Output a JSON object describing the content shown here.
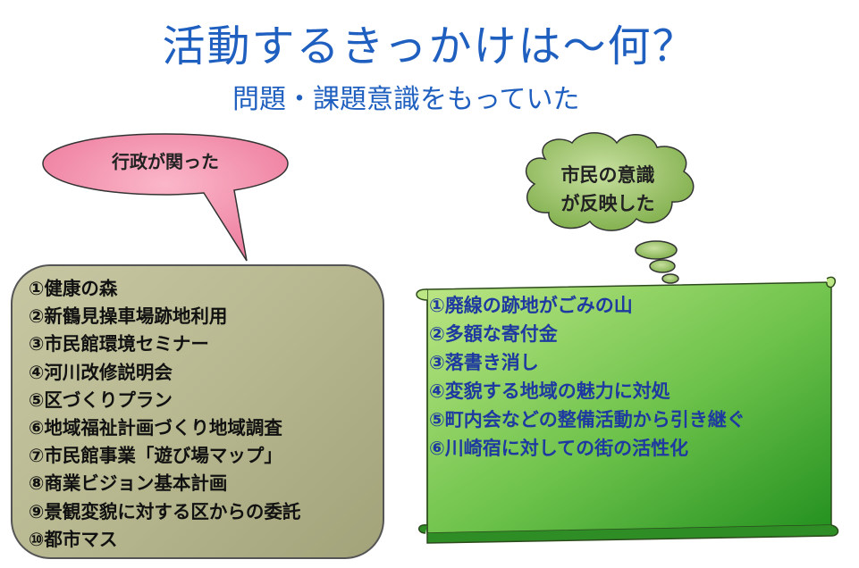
{
  "title": "活動するきっかけは～何？",
  "subtitle": "問題・課題意識をもっていた",
  "speech_bubble": {
    "text": "行政が関った"
  },
  "thought_cloud": {
    "line1": "市民の意識",
    "line2": "が反映した"
  },
  "left_list": {
    "items": [
      "①健康の森",
      "②新鶴見操車場跡地利用",
      "③市民館環境セミナー",
      "④河川改修説明会",
      "⑤区づくりプラン",
      "⑥地域福祉計画づくり地域調査",
      "⑦市民館事業「遊び場マップ」",
      "⑧商業ビジョン基本計画",
      "⑨景観変貌に対する区からの委託",
      "⑩都市マス"
    ]
  },
  "right_list": {
    "items": [
      "①廃線の跡地がごみの山",
      "②多額な寄付金",
      "③落書き消し",
      "④変貌する地域の魅力に対処",
      "⑤町内会などの整備活動から引き継ぐ",
      "⑥川崎宿に対しての街の活性化"
    ]
  },
  "colors": {
    "title": "#1f5fbf",
    "speech_bubble": "#f08caa",
    "thought_cloud": "#8fb85c",
    "left_box": "#b9b992",
    "scroll_light": "#b6e07a",
    "scroll_dark": "#2f9a24",
    "right_text": "#1e3aa0"
  }
}
